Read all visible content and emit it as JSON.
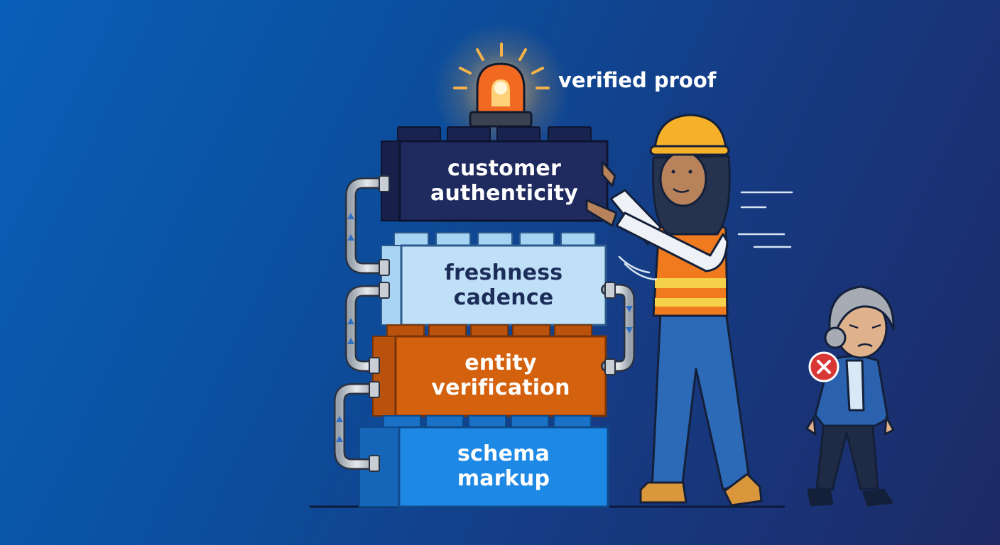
{
  "proof_label": "verified proof",
  "stack": {
    "layers": [
      {
        "line1": "customer",
        "line2": "authenticity",
        "color": "#1f2a5e",
        "text_color": "#ffffff"
      },
      {
        "line1": "freshness",
        "line2": "cadence",
        "color": "#bfe0f7",
        "text_color": "#1c2d5a"
      },
      {
        "line1": "entity",
        "line2": "verification",
        "color": "#d4610e",
        "text_color": "#ffffff"
      },
      {
        "line1": "schema",
        "line2": "markup",
        "color": "#1e88e5",
        "text_color": "#ffffff"
      }
    ]
  },
  "colors": {
    "background_start": "#0a5fb8",
    "background_end": "#1d2a66",
    "siren": "#f26a21",
    "reject": "#d93636"
  },
  "icons": [
    "siren-icon",
    "pipe-icon",
    "reject-x-icon",
    "motion-lines-icon"
  ]
}
